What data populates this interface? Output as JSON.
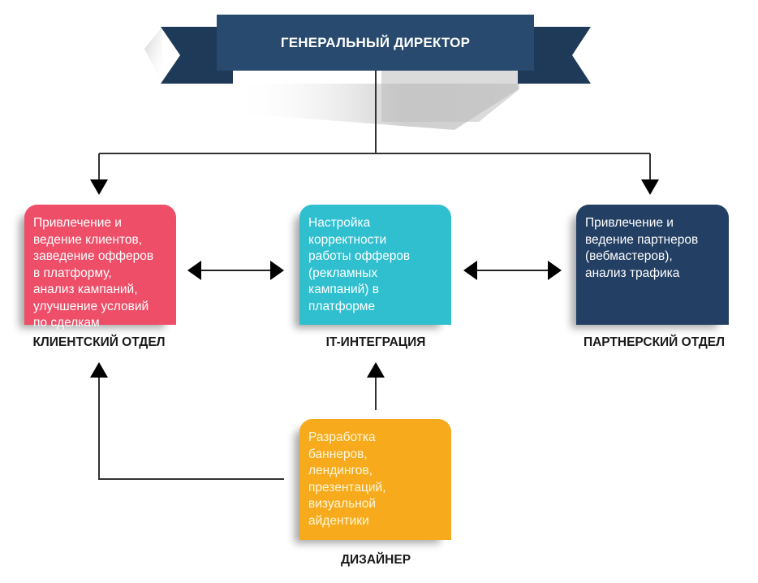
{
  "diagram": {
    "type": "org-chart",
    "head": {
      "title": "ГЕНЕРАЛЬНЫЙ ДИРЕКТОР",
      "color": "#274a6d"
    },
    "departments": [
      {
        "id": "client",
        "label": "КЛИЕНТСКИЙ ОТДЕЛ",
        "color": "#ee4e68",
        "description_lines": [
          "Привлечение и",
          "ведение клиентов,",
          "заведение офферов",
          "в платформу,",
          "анализ кампаний,",
          "улучшение условий",
          "по сделкам"
        ]
      },
      {
        "id": "it",
        "label": "IT-ИНТЕГРАЦИЯ",
        "color": "#2fbfcf",
        "description_lines": [
          "Настройка",
          "корректности",
          "работы офферов",
          "(рекламных",
          "кампаний) в",
          "платформе"
        ]
      },
      {
        "id": "partner",
        "label": "ПАРТНЕРСКИЙ ОТДЕЛ",
        "color": "#233f63",
        "description_lines": [
          "Привлечение и",
          "ведение партнеров",
          "(вебмастеров),",
          "анализ трафика"
        ]
      },
      {
        "id": "designer",
        "label": "ДИЗАЙНЕР",
        "color": "#f7ab1c",
        "description_lines": [
          "Разработка",
          "баннеров,",
          "лендингов,",
          "презентаций,",
          "визуальной",
          "айдентики"
        ]
      }
    ],
    "connections": [
      {
        "from": "head",
        "to": "client",
        "direction": "one-way"
      },
      {
        "from": "head",
        "to": "partner",
        "direction": "one-way"
      },
      {
        "from": "client",
        "to": "it",
        "direction": "two-way"
      },
      {
        "from": "it",
        "to": "partner",
        "direction": "two-way"
      },
      {
        "from": "designer",
        "to": "it",
        "direction": "one-way"
      },
      {
        "from": "designer",
        "to": "client",
        "direction": "one-way"
      }
    ]
  }
}
